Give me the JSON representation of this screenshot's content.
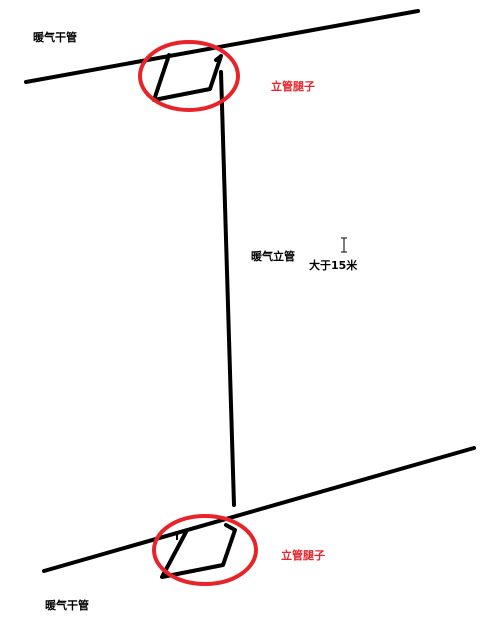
{
  "labels": {
    "top_main_pipe": "暖气干管",
    "bottom_main_pipe": "暖气干管",
    "riser_pipe": "暖气立管",
    "length_note": "大于15米",
    "top_riser_leg": "立管腿子",
    "bottom_riser_leg": "立管腿子"
  },
  "colors": {
    "line": "#000000",
    "highlight_circle": "#e8232a",
    "text": "#000000",
    "highlight_text": "#e8232a"
  },
  "icons": {
    "cursor": "text-cursor-icon"
  }
}
